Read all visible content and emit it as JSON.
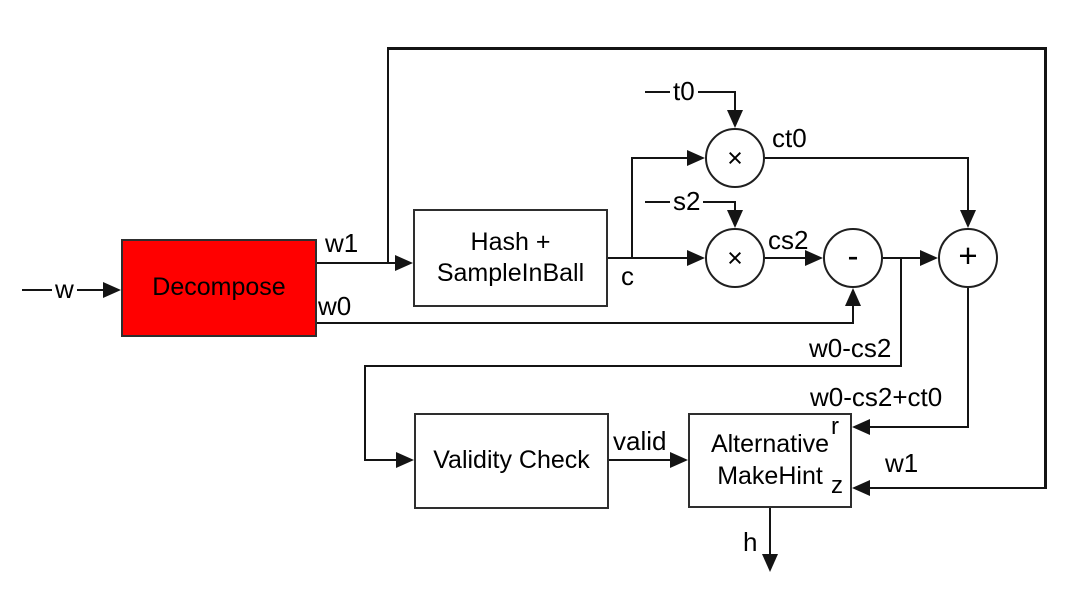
{
  "blocks": {
    "decompose": {
      "label": "Decompose"
    },
    "hash_sampleinball": {
      "line1": "Hash +",
      "line2": "SampleInBall"
    },
    "validity_check": {
      "label": "Validity Check"
    },
    "alternative_makehint": {
      "line1": "Alternative",
      "line2": "MakeHint",
      "port_r": "r",
      "port_z": "z"
    }
  },
  "operators": {
    "multiply_t0": "×",
    "multiply_s2": "×",
    "subtract": "-",
    "add": "+"
  },
  "signals": {
    "w": "w",
    "w1": "w1",
    "w0": "w0",
    "c": "c",
    "t0": "t0",
    "s2": "s2",
    "ct0": "ct0",
    "cs2": "cs2",
    "w0_minus_cs2": "w0-cs2",
    "w0_minus_cs2_plus_ct0": "w0-cs2+ct0",
    "valid": "valid",
    "w1_to_z": "w1",
    "h": "h"
  },
  "colors": {
    "decompose_fill": "#ff0000",
    "wire": "#141414",
    "background": "#ffffff"
  }
}
